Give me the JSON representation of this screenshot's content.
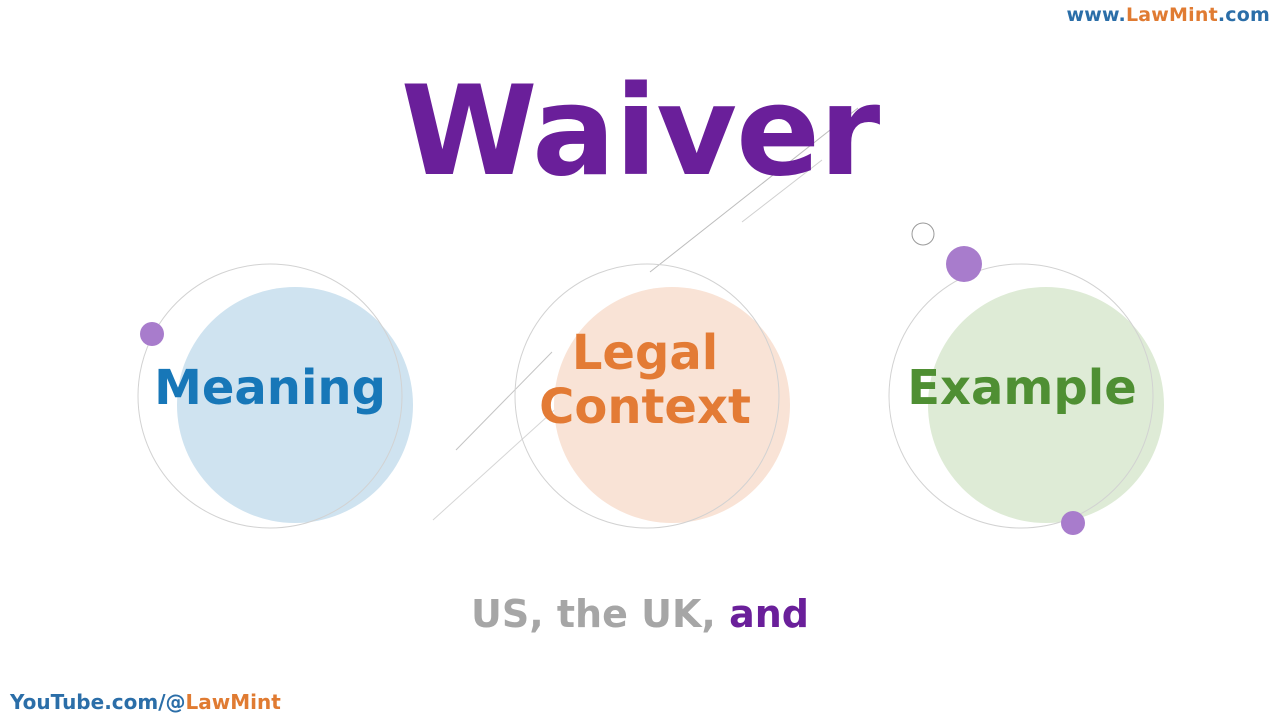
{
  "website": {
    "prefix": "www.",
    "brand": "LawMint",
    "suffix": ".com"
  },
  "title": "Waiver",
  "topics": {
    "meaning": "Meaning",
    "legal_line1": "Legal",
    "legal_line2": "Context",
    "example": "Example"
  },
  "subtitle": {
    "grey": "US, the UK, ",
    "accent": "and"
  },
  "youtube": {
    "prefix": "YouTube.com/@",
    "brand": "LawMint"
  },
  "colors": {
    "title": "#6a1f9a",
    "meaning": "#1777b8",
    "legal": "#e37b35",
    "example": "#4f8f33",
    "meaning_fill": "#cfe3f0",
    "legal_fill": "#f9e3d6",
    "example_fill": "#deebd6",
    "dot": "#a87ccc"
  }
}
